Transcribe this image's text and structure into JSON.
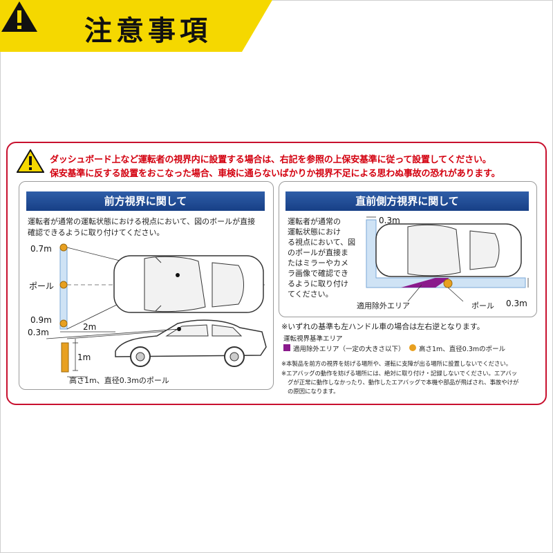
{
  "banner": {
    "title": "注意事項"
  },
  "warning": {
    "line1": "ダッシュボード上など運転者の視界内に設置する場合は、右記を参照の上保安基準に従って設置してください。",
    "line2": "保安基準に反する設置をおこなった場合、車検に通らないばかりか視界不足による思わぬ事故の恐れがあります。"
  },
  "front_panel": {
    "title": "前方視界に関して",
    "desc1": "運転者が通常の運転状態における視点において、図のボールが直接",
    "desc2": "確認できるように取り付けてください。",
    "dim_07": "0.7m",
    "pole": "ポール",
    "dim_09": "0.9m",
    "dim_03": "0.3m",
    "dim_2m": "2m",
    "dim_1m": "1m",
    "pole_caption": "高さ1m、直径0.3mのポール"
  },
  "side_panel": {
    "title": "直前側方視界に関して",
    "desc": [
      "運転者が通常の",
      "運転状態におけ",
      "る視点において、図",
      "のポールが直接ま",
      "たはミラーやカメ",
      "ラ画像で確認でき",
      "るように取り付け",
      "てください。"
    ],
    "dim_top": "0.3m",
    "excluded_area": "適用除外エリア",
    "pole": "ポール",
    "dim_right": "0.3m"
  },
  "notes": {
    "left_hand": "※いずれの基準も左ハンドル車の場合は左右逆となります。",
    "legend_title": "運転視界基準エリア",
    "legend_excluded": "適用除外エリア（一定の大きさ以下）",
    "legend_pole": "高さ1m、直径0.3mのポール",
    "note1": "※本製品を前方の視界を妨げる場所や、運転に支障が出る場所に設置しないでください。",
    "note2": "※エアバッグの動作を妨げる場所には、絶対に取り付け・記録しないでください。エアバッ",
    "note3": "グが正常に動作しなかったり、動作したエアバッグで本機や部品が飛ばされ、事故やけが",
    "note4": "の原因になります。"
  },
  "colors": {
    "accent_yellow": "#f5d800",
    "warning_red": "#d3000f",
    "title_blue": "#1f4c96",
    "area_blue": "#cfe3f5",
    "excluded_purple": "#8a1a8c",
    "pole_orange": "#e8a020"
  }
}
